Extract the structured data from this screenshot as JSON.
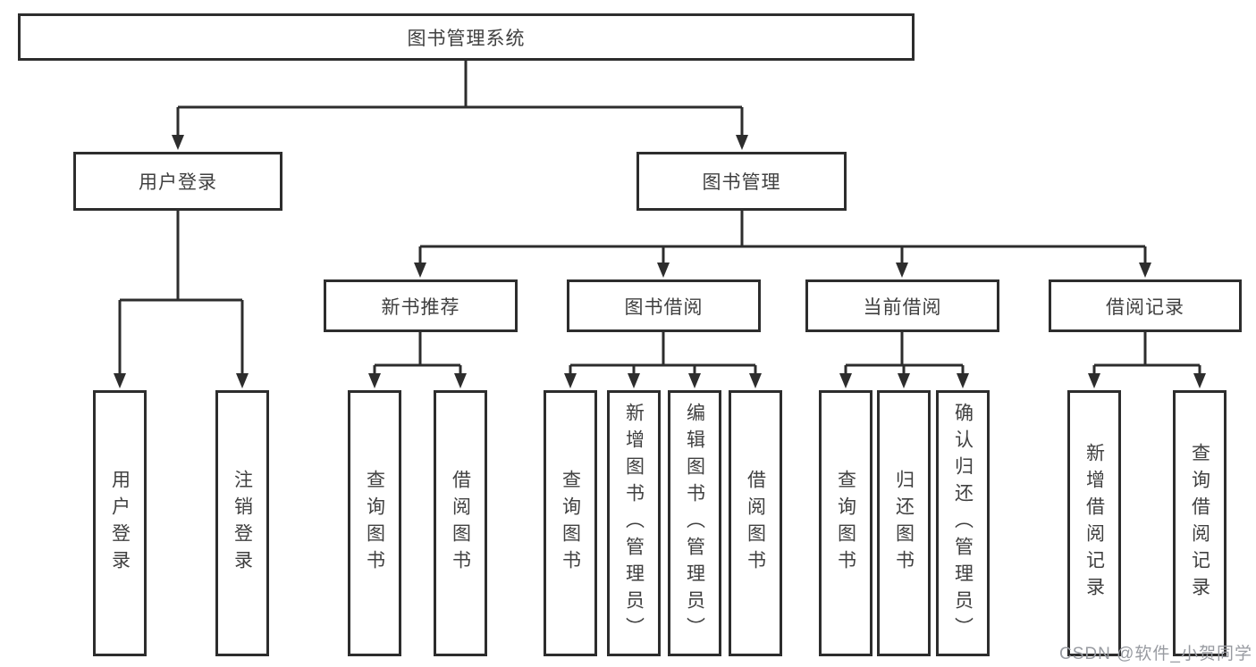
{
  "tree": {
    "root": {
      "label": "图书管理系统"
    },
    "branches": [
      {
        "label": "用户登录",
        "children": [
          {
            "label": "用户登录"
          },
          {
            "label": "注销登录"
          }
        ]
      },
      {
        "label": "图书管理",
        "children": [
          {
            "label": "新书推荐",
            "children": [
              {
                "label": "查询图书"
              },
              {
                "label": "借阅图书"
              }
            ]
          },
          {
            "label": "图书借阅",
            "children": [
              {
                "label": "查询图书"
              },
              {
                "label": "新增图书（管理员）"
              },
              {
                "label": "编辑图书（管理员）"
              },
              {
                "label": "借阅图书"
              }
            ]
          },
          {
            "label": "当前借阅",
            "children": [
              {
                "label": "查询图书"
              },
              {
                "label": "归还图书"
              },
              {
                "label": "确认归还（管理员）"
              }
            ]
          },
          {
            "label": "借阅记录",
            "children": [
              {
                "label": "新增借阅记录"
              },
              {
                "label": "查询借阅记录"
              }
            ]
          }
        ]
      }
    ]
  },
  "watermark": "CSDN @软件_小贺同学",
  "colors": {
    "line": "#2d2d2d",
    "node_border": "#2d2d2d",
    "node_text": "#404040",
    "watermark_text": "#989ba1",
    "background": "#ffffff"
  }
}
